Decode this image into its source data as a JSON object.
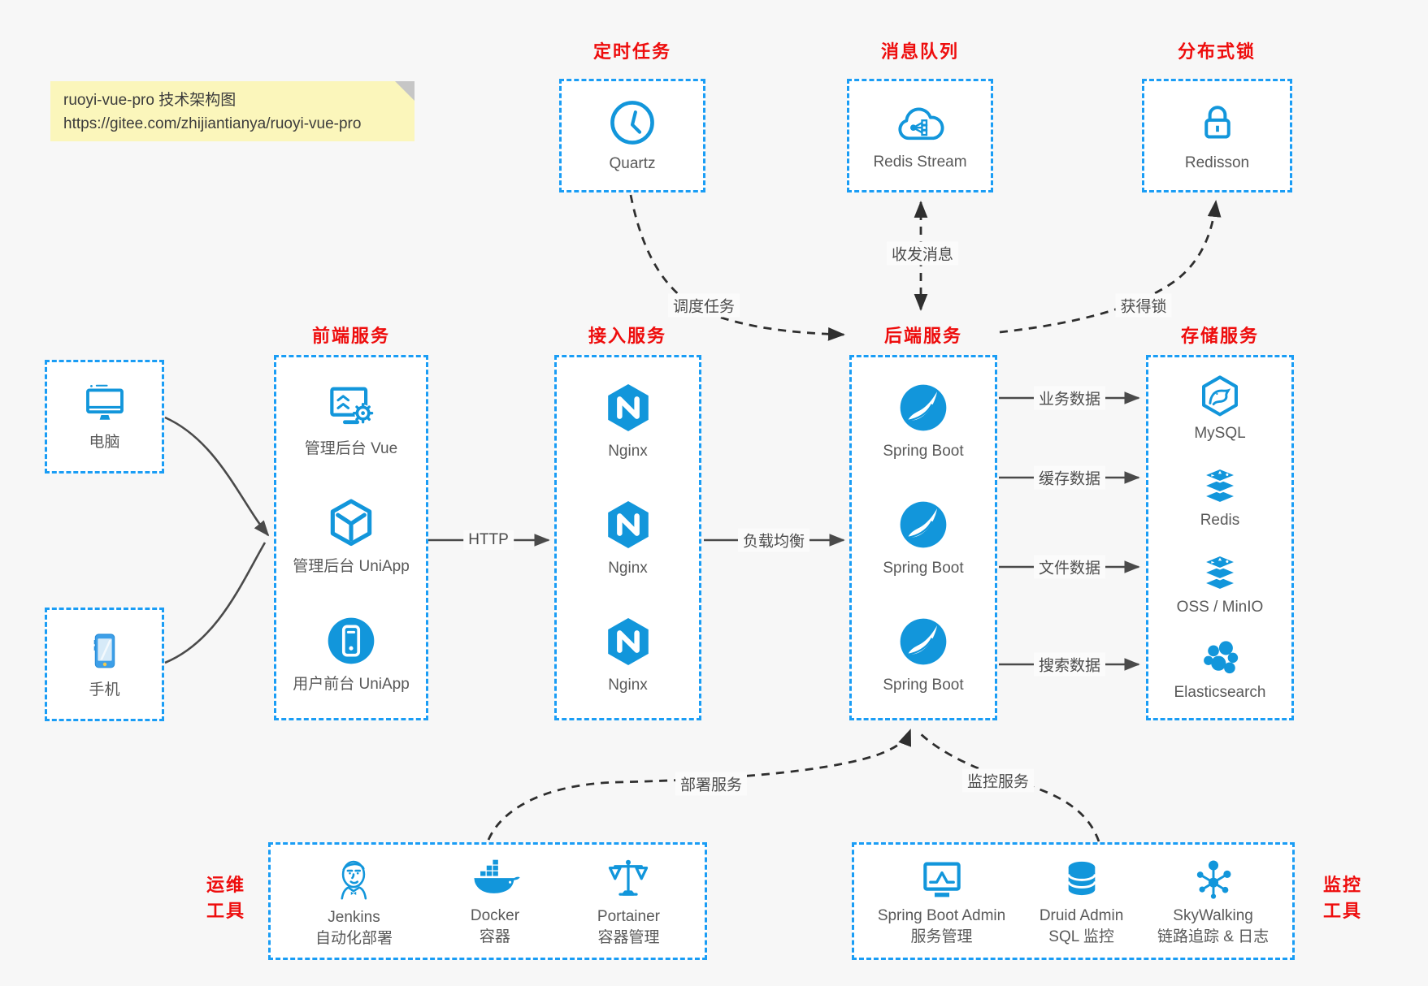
{
  "note": {
    "line1": "ruoyi-vue-pro 技术架构图",
    "line2": "https://gitee.com/zhijiantianya/ruoyi-vue-pro"
  },
  "colors": {
    "icon_blue": "#1296db",
    "box_border_blue": "#1a9df5",
    "title_red": "#ee0d0d",
    "label_gray": "#595959",
    "solid_arrow_gray": "#4a4a4a",
    "dashed_arrow_dark": "#2f2f2f",
    "canvas_bg": "#f7f7f7",
    "note_bg": "#fbf6bb"
  },
  "boxes": {
    "scheduler": {
      "title": "定时任务",
      "items": [
        {
          "icon": "clock-icon",
          "label": "Quartz"
        }
      ]
    },
    "mq": {
      "title": "消息队列",
      "items": [
        {
          "icon": "cloud-message-icon",
          "label": "Redis Stream"
        }
      ]
    },
    "dlock": {
      "title": "分布式锁",
      "items": [
        {
          "icon": "lock-icon",
          "label": "Redisson"
        }
      ]
    },
    "pc": {
      "items": [
        {
          "icon": "desktop-icon",
          "label": "电脑"
        }
      ]
    },
    "mobile": {
      "items": [
        {
          "icon": "smartphone-icon",
          "label": "手机"
        }
      ]
    },
    "frontend": {
      "title": "前端服务",
      "items": [
        {
          "icon": "admin-screen-gear-icon",
          "label": "管理后台 Vue"
        },
        {
          "icon": "uniapp-cube-icon",
          "label": "管理后台 UniApp"
        },
        {
          "icon": "mobile-app-circle-icon",
          "label": "用户前台 UniApp"
        }
      ]
    },
    "gateway": {
      "title": "接入服务",
      "items": [
        {
          "icon": "nginx-icon",
          "label": "Nginx"
        },
        {
          "icon": "nginx-icon",
          "label": "Nginx"
        },
        {
          "icon": "nginx-icon",
          "label": "Nginx"
        }
      ]
    },
    "backend": {
      "title": "后端服务",
      "items": [
        {
          "icon": "spring-boot-icon",
          "label": "Spring Boot"
        },
        {
          "icon": "spring-boot-icon",
          "label": "Spring Boot"
        },
        {
          "icon": "spring-boot-icon",
          "label": "Spring Boot"
        }
      ]
    },
    "storage": {
      "title": "存储服务",
      "items": [
        {
          "icon": "mysql-icon",
          "label": "MySQL"
        },
        {
          "icon": "redis-icon",
          "label": "Redis"
        },
        {
          "icon": "oss-minio-icon",
          "label": "OSS / MinIO"
        },
        {
          "icon": "elasticsearch-icon",
          "label": "Elasticsearch"
        }
      ]
    },
    "ops": {
      "title_lines": [
        "运维",
        "工具"
      ],
      "items": [
        {
          "icon": "jenkins-icon",
          "label": "Jenkins",
          "sublabel": "自动化部署"
        },
        {
          "icon": "docker-icon",
          "label": "Docker",
          "sublabel": "容器"
        },
        {
          "icon": "portainer-icon",
          "label": "Portainer",
          "sublabel": "容器管理"
        }
      ]
    },
    "monitoring": {
      "title_lines": [
        "监控",
        "工具"
      ],
      "items": [
        {
          "icon": "spring-boot-admin-icon",
          "label": "Spring Boot Admin",
          "sublabel": "服务管理"
        },
        {
          "icon": "druid-icon",
          "label": "Druid Admin",
          "sublabel": "SQL 监控"
        },
        {
          "icon": "skywalking-icon",
          "label": "SkyWalking",
          "sublabel": "链路追踪 & 日志"
        }
      ]
    }
  },
  "edges": {
    "http": "HTTP",
    "load_balance": "负载均衡",
    "business_data": "业务数据",
    "cache_data": "缓存数据",
    "file_data": "文件数据",
    "search_data": "搜索数据",
    "schedule_task": "调度任务",
    "send_receive_message": "收发消息",
    "acquire_lock": "获得锁",
    "deploy_service": "部署服务",
    "monitor_service": "监控服务"
  }
}
